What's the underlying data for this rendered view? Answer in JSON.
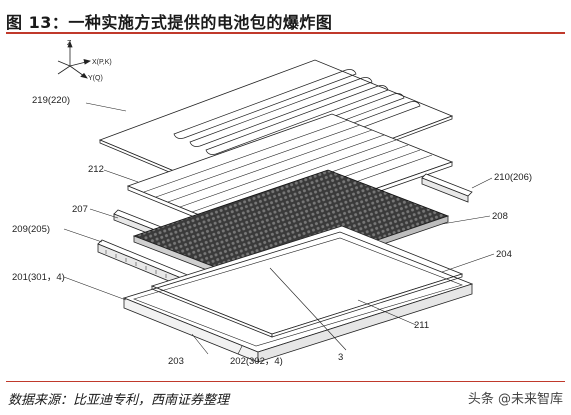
{
  "figure_title": "图 13：一种实施方式提供的电池包的爆炸图",
  "axes": {
    "z": "Z",
    "x": "X(P,K)",
    "y": "Y(Q)"
  },
  "labels": {
    "l219": "219(220)",
    "l212": "212",
    "l207": "207",
    "l209": "209(205)",
    "l201": "201(301，4)",
    "l203": "203",
    "l202": "202(302，4)",
    "l3": "3",
    "l211": "211",
    "l204": "204",
    "l208": "208",
    "l210": "210(206)"
  },
  "source_note": "数据来源：比亚迪专利，西南证券整理",
  "watermark": "头条 @未来智库",
  "colors": {
    "accent": "#c0392b",
    "ink": "#222222"
  }
}
